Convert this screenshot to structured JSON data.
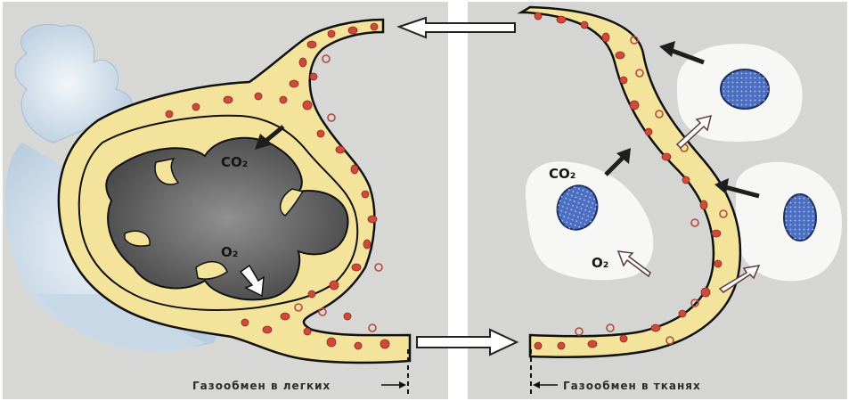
{
  "lungs": {
    "label_co2": "CO₂",
    "label_o2": "O₂",
    "caption": "Газообмен в легких"
  },
  "tissues": {
    "label_co2": "CO₂",
    "label_o2": "O₂",
    "caption": "Газообмен в тканях"
  },
  "colors": {
    "background": "#d7d7d5",
    "divider": "#ffffff",
    "vessel_wall": "#f4e39b",
    "blood_cell": "#cf4a3a",
    "alveolus_cavity": "#5e5e5e",
    "lung_tissue": "#dfe9f1",
    "cell_body": "#f7f8f6",
    "nucleus": "#4c6fc2",
    "co2_arrow": "#1e1e1e",
    "o2_arrow": "#ffffff"
  }
}
